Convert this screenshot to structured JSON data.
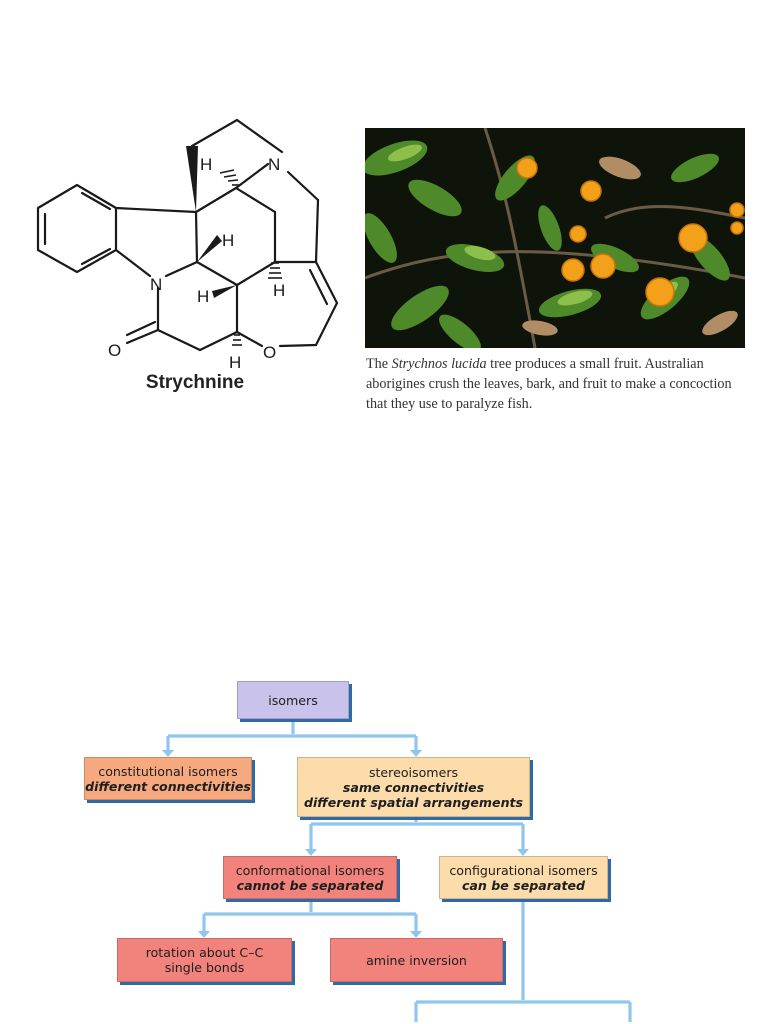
{
  "molecule": {
    "name": "Strychnine",
    "atoms": {
      "n_top": "N",
      "n_ring": "N",
      "o_ring": "O",
      "o_carbonyl": "O",
      "h1": "H",
      "h2": "H",
      "h3": "H",
      "h4": "H",
      "h5": "H"
    }
  },
  "photo_caption": {
    "part1": "The ",
    "species": "Strychnos lucida",
    "part2": " tree produces a small fruit. Australian aborigines crush the leaves, bark, and fruit to make a concoction that they use to paralyze fish."
  },
  "flowchart": {
    "isomers": "isomers",
    "constitutional": {
      "title": "constitutional isomers",
      "detail": "different connectivities"
    },
    "stereo": {
      "title": "stereoisomers",
      "detail1": "same connectivities",
      "detail2": "different spatial arrangements"
    },
    "conformational": {
      "title": "conformational isomers",
      "detail": "cannot be separated"
    },
    "configurational": {
      "title": "configurational isomers",
      "detail": "can be separated"
    },
    "rotation": {
      "line1": "rotation about C–C",
      "line2": "single bonds"
    },
    "amine": "amine inversion"
  },
  "colors": {
    "isomers": "#c9c3ec",
    "constitutional": "#f6a87e",
    "stereo": "#fcdcaa",
    "conformational": "#f2837c",
    "configurational": "#fcdcaa",
    "connector": "#8fc6ee",
    "shadow": "#2f6aa6"
  }
}
